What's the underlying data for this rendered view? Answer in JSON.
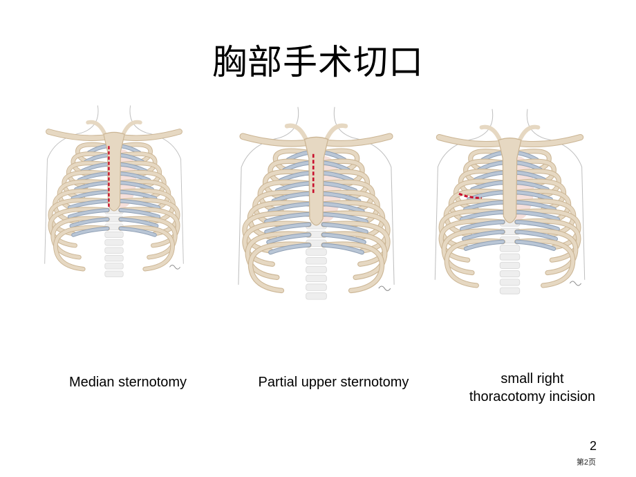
{
  "slide": {
    "title": "胸部手术切口",
    "panels": [
      {
        "caption_lines": [
          "Median sternotomy"
        ]
      },
      {
        "caption_lines": [
          "Partial upper sternotomy"
        ]
      },
      {
        "caption_lines": [
          "small right",
          "thoracotomy incision"
        ]
      }
    ],
    "page_number": "2",
    "page_label": "第2页"
  },
  "colors": {
    "bone": "#e6d8c2",
    "bone_shade": "#cbb594",
    "cartilage": "#b9c6d6",
    "cartilage_shade": "#8f9fb4",
    "tissue": "#e8b7ad",
    "incision": "#c8102e",
    "outline": "#bfbfbf"
  }
}
